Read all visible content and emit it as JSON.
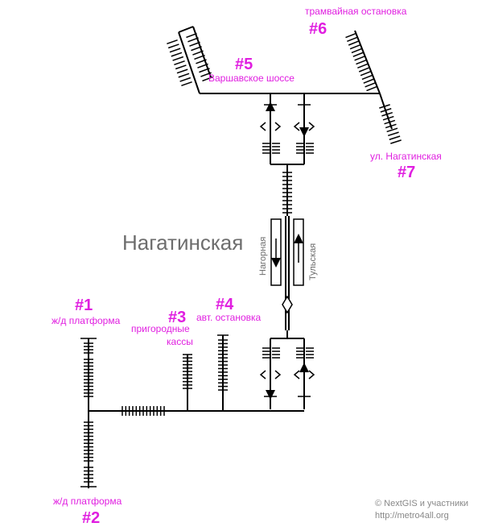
{
  "station_name": "Нагатинская",
  "platforms": {
    "left": "Нагорная",
    "right": "Тульская"
  },
  "exits": [
    {
      "number": "#1",
      "label": "ж/д платформа"
    },
    {
      "number": "#2",
      "label": "ж/д платформа"
    },
    {
      "number": "#3",
      "label_line1": "пригородные",
      "label_line2": "кассы"
    },
    {
      "number": "#4",
      "label": "авт. остановка"
    },
    {
      "number": "#5",
      "label": "Варшавское шоссе"
    },
    {
      "number": "#6",
      "label": "трамвайная остановка"
    },
    {
      "number": "#7",
      "label": "ул. Нагатинская"
    }
  ],
  "copyright": {
    "line1": "© NextGIS и участники",
    "line2": "http://metro4all.org"
  },
  "colors": {
    "exit_label": "#e01ee0",
    "station_text": "#6d6d6d",
    "lines": "#000000"
  }
}
